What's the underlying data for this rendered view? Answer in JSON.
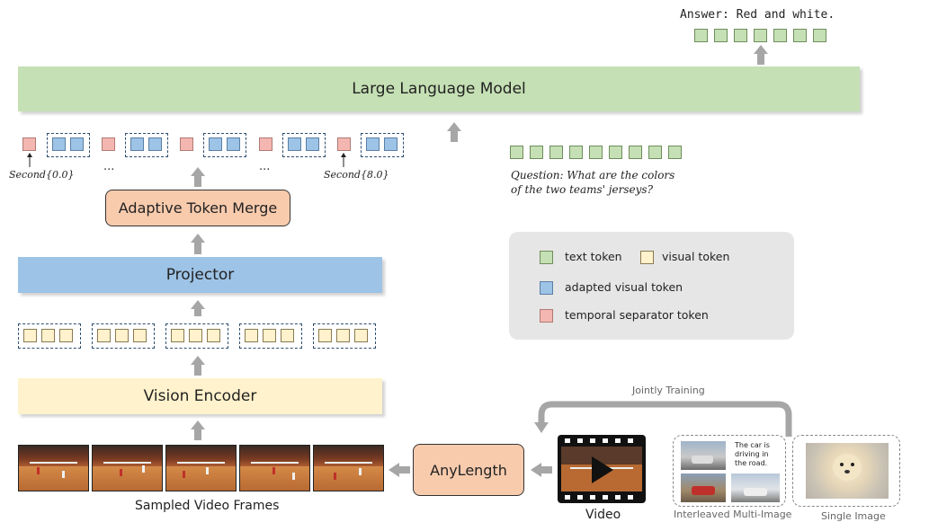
{
  "answer": "Answer: Red and white.",
  "llm_label": "Large Language Model",
  "question_line1": "Question: What are the colors",
  "question_line2": "of the two teams' jerseys?",
  "second_start": "Second{0.0}",
  "second_end": "Second{8.0}",
  "ellipsis": "...",
  "adaptive_token_merge": "Adaptive Token Merge",
  "projector": "Projector",
  "vision_encoder": "Vision Encoder",
  "sampled_video_frames": "Sampled Video Frames",
  "anylength": "AnyLength",
  "video": "Video",
  "jointly_training": "Jointly Training",
  "interleaved_multi_image": "Interleaved Multi-Image",
  "single_image": "Single Image",
  "interleaved_text": "The car is driving in the road.",
  "legend": {
    "text_token": "text token",
    "visual_token": "visual token",
    "adapted_visual_token": "adapted visual token",
    "temporal_separator_token": "temporal separator token"
  },
  "colors": {
    "text_token": "#c5e0b4",
    "visual_token": "#fff2cc",
    "adapted_visual_token": "#9dc3e6",
    "temporal_separator_token": "#f4b6b0",
    "arrow": "#a6a6a6"
  }
}
